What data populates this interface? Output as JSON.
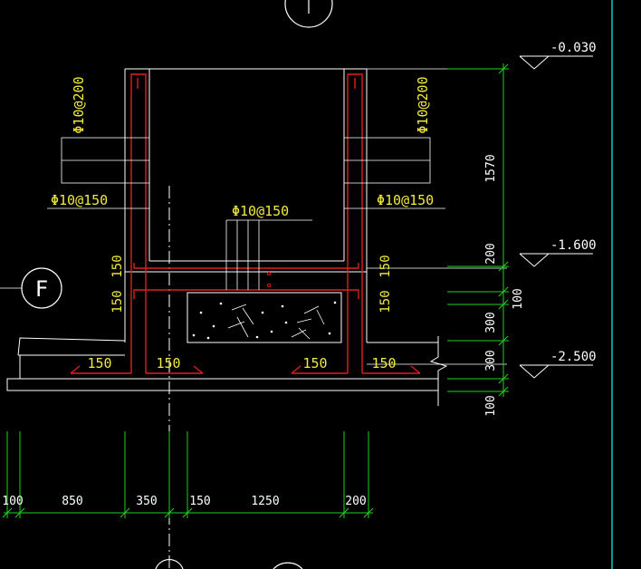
{
  "colors": {
    "background": "#000000",
    "outline": "#ffffff",
    "rebar": "#e0201c",
    "dimension": "#1ed21e",
    "annotation": "#f2ea3c",
    "frame": "#19c8c8"
  },
  "grid_axis": {
    "label": "F"
  },
  "rebar_labels": {
    "left_top": "Φ10@200",
    "right_top": "Φ10@200",
    "left_mid": "Φ10@150",
    "right_mid": "Φ10@150",
    "center": "Φ10@150"
  },
  "vertical_dims": {
    "left_upper": "150",
    "left_lower": "150",
    "right_upper": "150",
    "right_lower": "150"
  },
  "base_dims": [
    "150",
    "150",
    "150",
    "150"
  ],
  "elevations": {
    "top": "-0.030",
    "mid": "-1.600",
    "bottom": "-2.500"
  },
  "right_chain": [
    "1570",
    "200",
    "100",
    "300",
    "300",
    "100"
  ],
  "bottom_chain": [
    "100",
    "850",
    "350",
    "150",
    "1250",
    "200"
  ]
}
